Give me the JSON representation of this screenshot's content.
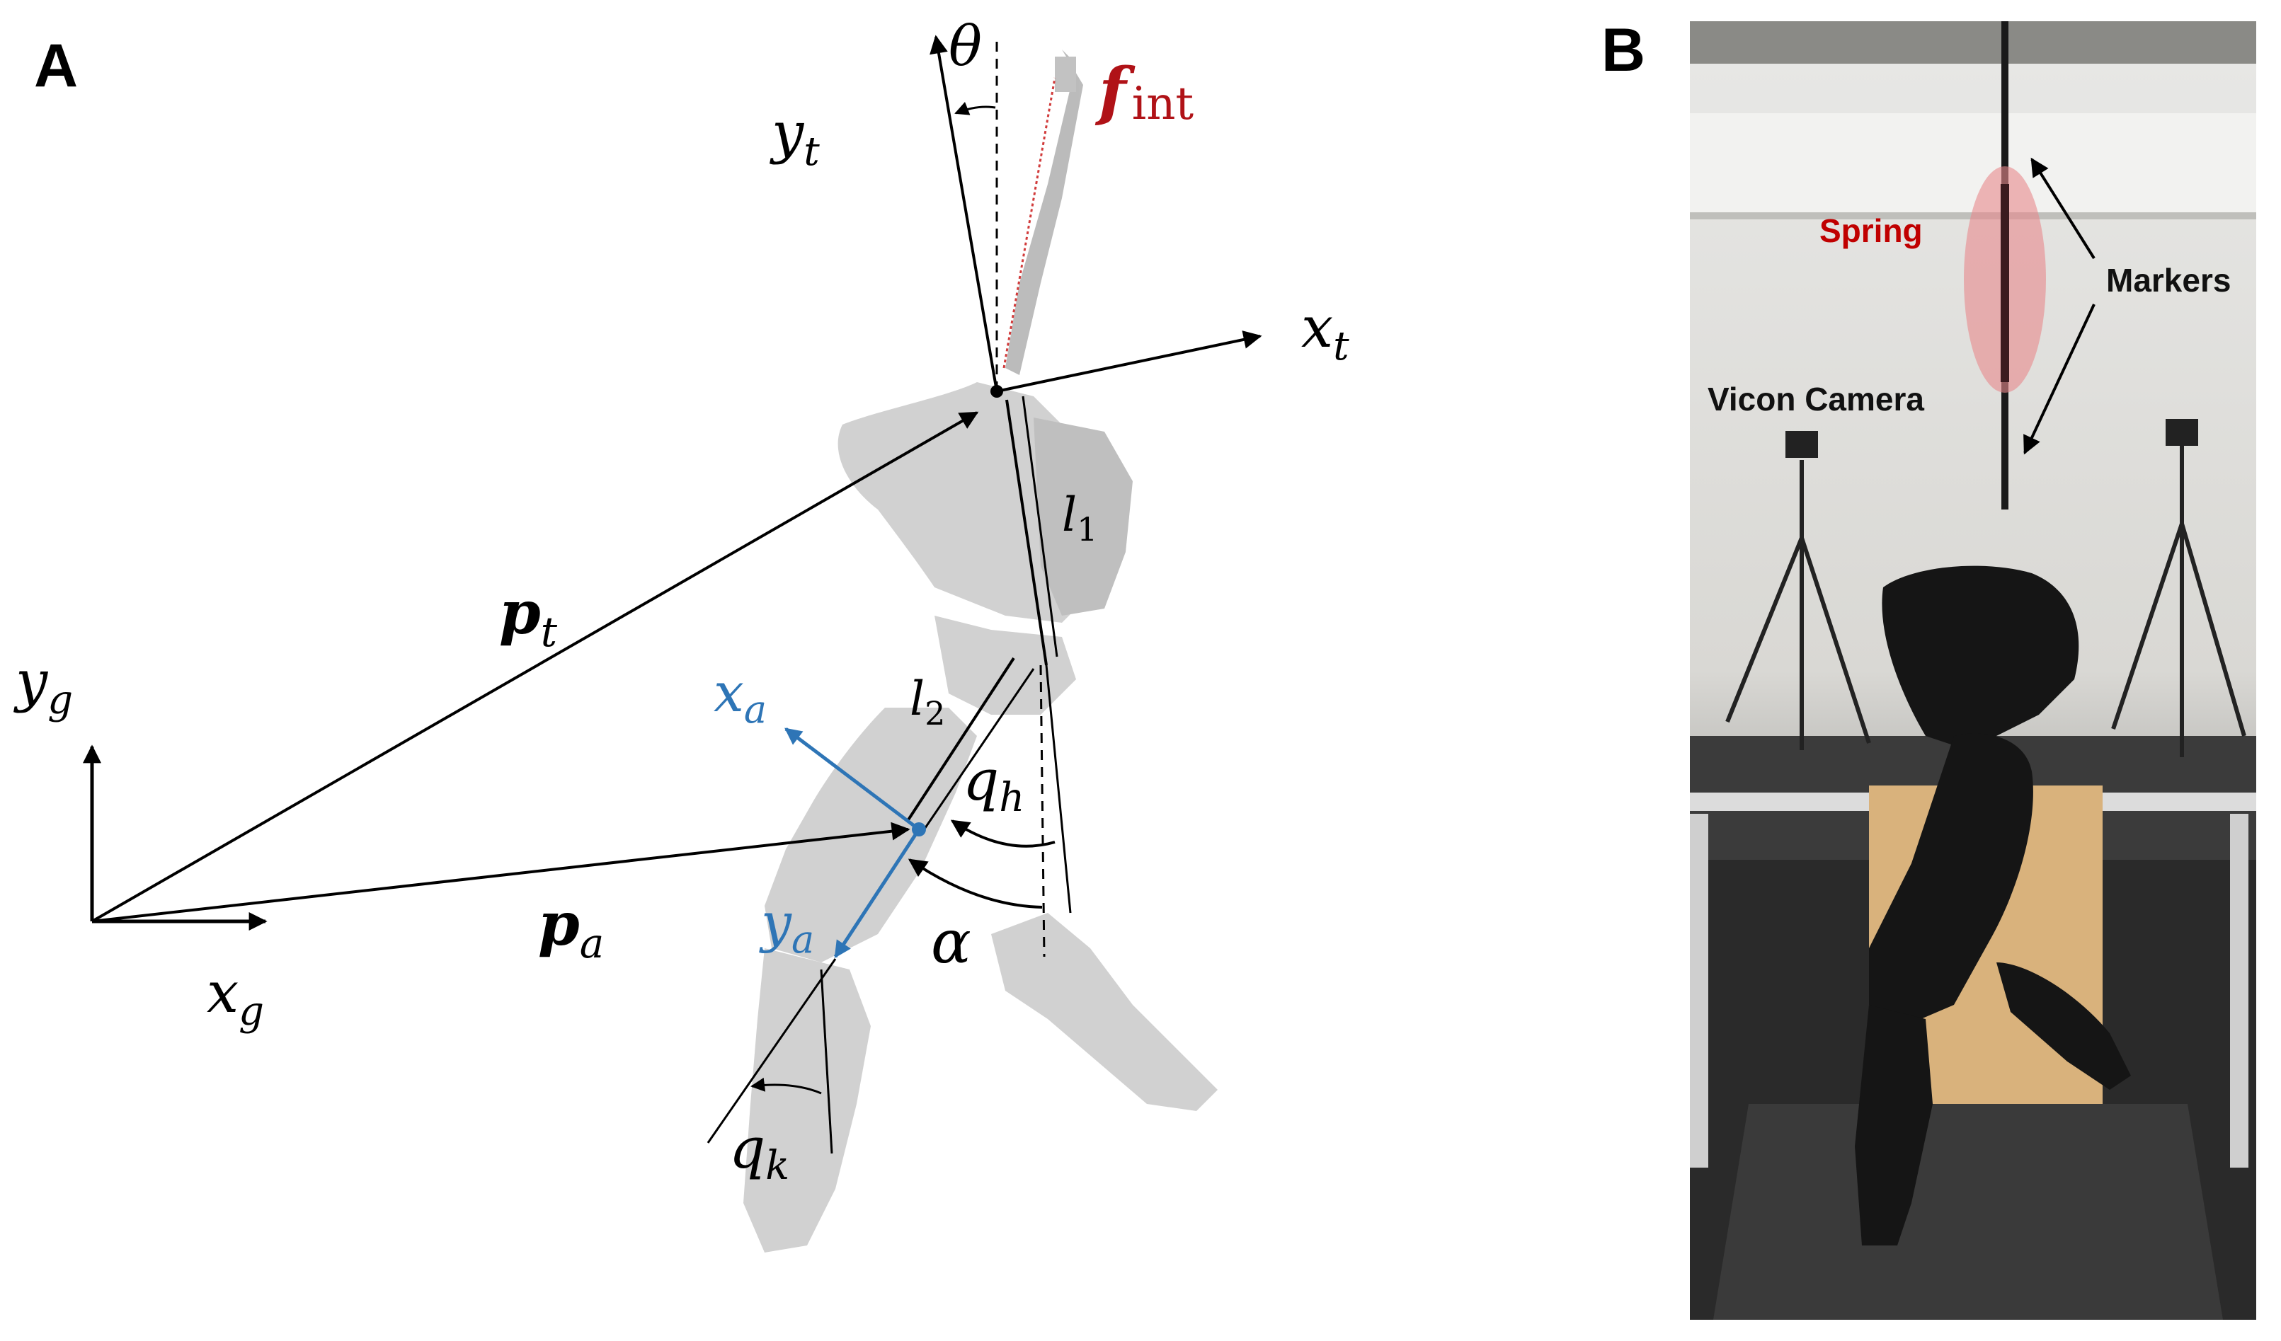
{
  "panels": {
    "a": {
      "label": "A"
    },
    "b": {
      "label": "B"
    }
  },
  "diagram": {
    "global_frame": {
      "y": "y",
      "y_sub": "g",
      "x": "x",
      "x_sub": "g"
    },
    "torso_frame": {
      "x": "x",
      "x_sub": "t",
      "y": "y",
      "y_sub": "t"
    },
    "angle_theta": "θ",
    "force": {
      "symbol": "f",
      "sub": "int",
      "color": "#b01217"
    },
    "vector_pt": {
      "symbol": "p",
      "sub": "t"
    },
    "vector_pa": {
      "symbol": "p",
      "sub": "a"
    },
    "thigh_frame": {
      "x": "x",
      "x_sub": "a",
      "y": "y",
      "y_sub": "a",
      "color": "#2e75b6"
    },
    "length_l1": {
      "symbol": "l",
      "sub": "1"
    },
    "length_l2": {
      "symbol": "l",
      "sub": "2"
    },
    "hip_angle": {
      "symbol": "q",
      "sub": "h"
    },
    "knee_angle": {
      "symbol": "q",
      "sub": "k"
    },
    "angle_alpha": "α"
  },
  "photo": {
    "spring_label": "Spring",
    "spring_color": "#c00000",
    "markers_label": "Markers",
    "camera_label": "Vicon Camera"
  }
}
